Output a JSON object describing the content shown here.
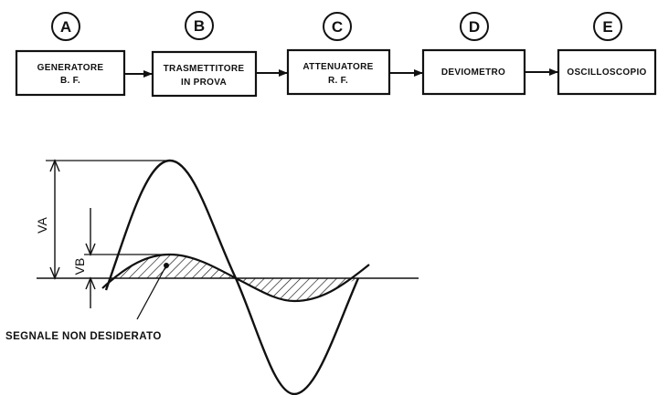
{
  "blocks": [
    {
      "letter": "A",
      "line1": "GENERATORE",
      "line2": "B. F."
    },
    {
      "letter": "B",
      "line1": "TRASMETTITORE",
      "line2": "IN  PROVA"
    },
    {
      "letter": "C",
      "line1": "ATTENUATORE",
      "line2": "R. F."
    },
    {
      "letter": "D",
      "line1": "DEVIOMETRO",
      "line2": ""
    },
    {
      "letter": "E",
      "line1": "OSCILLOSCOPIO",
      "line2": ""
    }
  ],
  "waveform": {
    "va_label": "VA",
    "vb_label": "VB",
    "note": "SEGNALE NON DESIDERATO"
  }
}
